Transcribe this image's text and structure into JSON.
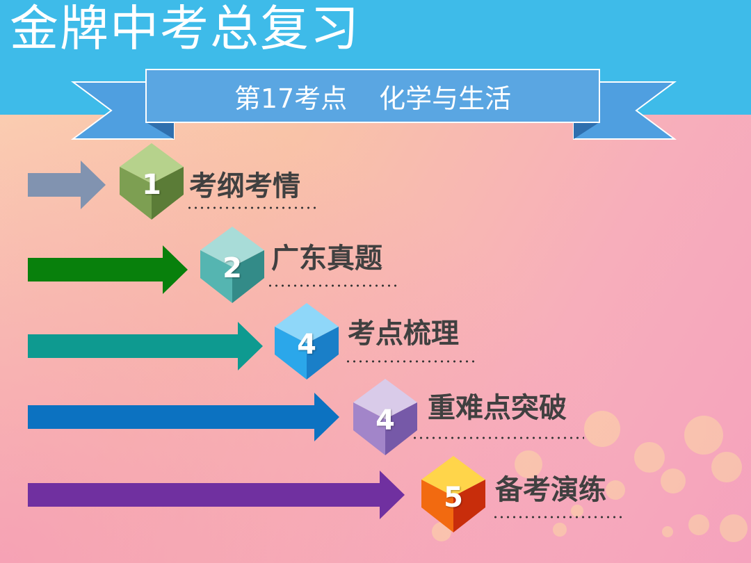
{
  "title": "金牌中考总复习",
  "subtitle": {
    "point": "第17考点",
    "topic": "化学与生活"
  },
  "items": [
    {
      "num": "1",
      "label": "考纲考情",
      "arrow_color": "#8193b0",
      "gem_colors": [
        "#b6d28c",
        "#7d9f52",
        "#5b7c37"
      ]
    },
    {
      "num": "2",
      "label": "广东真题",
      "arrow_color": "#08800c",
      "gem_colors": [
        "#a8dcd8",
        "#55b5b1",
        "#338b88"
      ]
    },
    {
      "num": "4",
      "label": "考点梳理",
      "arrow_color": "#0e9a90",
      "gem_colors": [
        "#8fd7f9",
        "#2ba7ea",
        "#1a7fc8"
      ]
    },
    {
      "num": "4",
      "label": "重难点突破",
      "arrow_color": "#0c72c1",
      "gem_colors": [
        "#d9cbe9",
        "#a285c9",
        "#7659a8"
      ]
    },
    {
      "num": "5",
      "label": "备考演练",
      "arrow_color": "#7030a0",
      "gem_colors": [
        "#ffd54a",
        "#f26a10",
        "#c82d0b"
      ]
    }
  ],
  "colors": {
    "header": "#3ebbe9",
    "ribbon": "#4f9fe0",
    "label_text": "#404040"
  }
}
